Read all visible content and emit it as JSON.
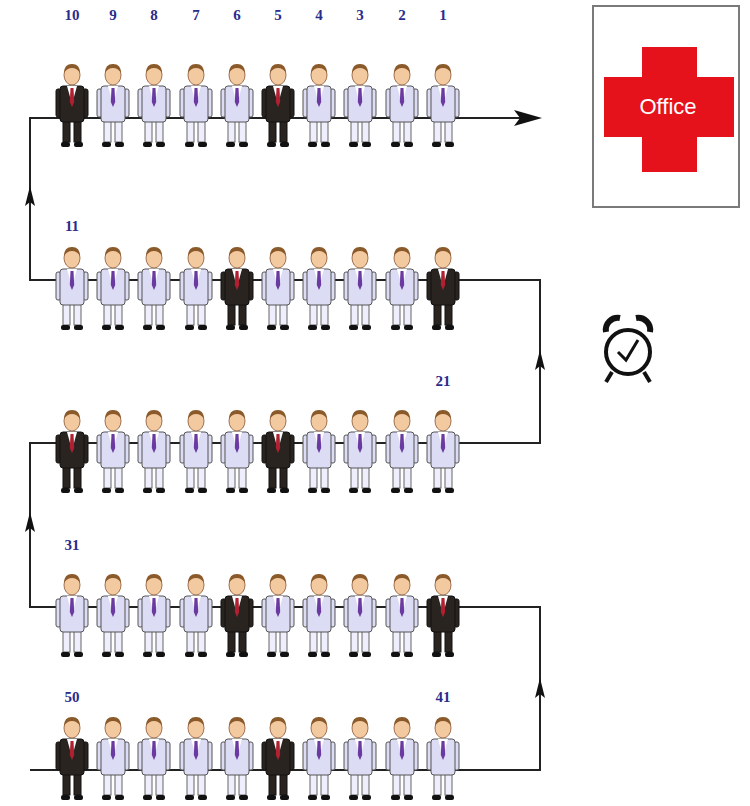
{
  "diagram": {
    "nodes": [
      {
        "text": [
          "Office"
        ]
      }
    ],
    "edges": [],
    "labels": [
      "10",
      "9",
      "8",
      "7",
      "6",
      "5",
      "4",
      "3",
      "2",
      "1",
      "11",
      "21",
      "31",
      "50",
      "41"
    ]
  }
}
